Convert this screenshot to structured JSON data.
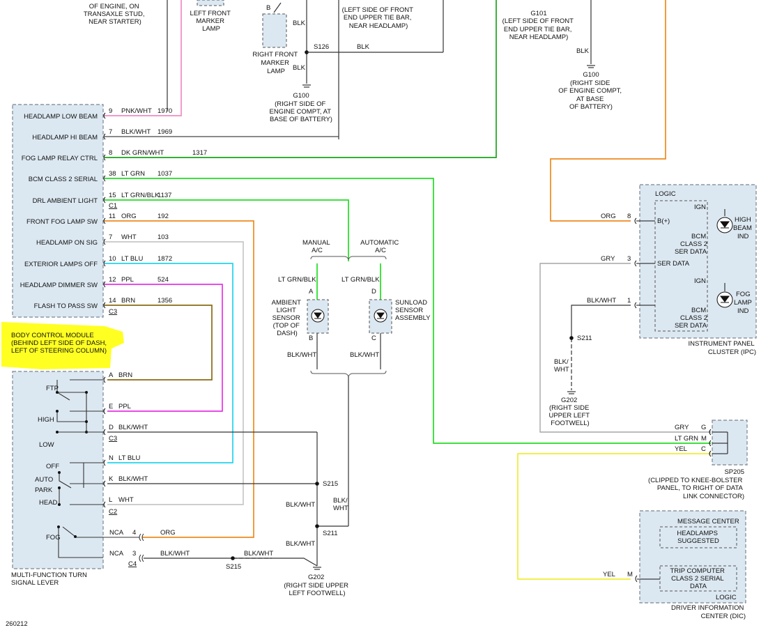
{
  "colors": {
    "pink": "#f08bc3",
    "green": "#1aa31a",
    "lt_green": "#22dd22",
    "orange": "#ee8a1e",
    "brown": "#8b6914",
    "magenta": "#e533e5",
    "cyan": "#22d4ee",
    "white_wire": "#c8c8c8",
    "gray": "#a6a6a6",
    "yellow": "#eeee33",
    "black": "#333333",
    "box_fill": "#dce8f1",
    "highlight": "#ffff22"
  },
  "top": {
    "engine_stud": [
      "OF ENGINE, ON",
      "TRANSAXLE STUD,",
      "NEAR STARTER)"
    ],
    "left_marker": [
      "LEFT FRONT",
      "MARKER",
      "LAMP"
    ],
    "right_marker": [
      "RIGHT FRONT",
      "MARKER",
      "LAMP"
    ],
    "g101_left_note": [
      "(LEFT SIDE OF FRONT",
      "END UPPER TIE BAR,",
      "NEAR HEADLAMP)"
    ],
    "g101_right_label": "G101",
    "g101_right_note": [
      "(LEFT SIDE OF FRONT",
      "END UPPER TIE BAR,",
      "NEAR HEADLAMP)"
    ],
    "blk": "BLK",
    "s126": "S126",
    "g100": "G100",
    "g100_note": [
      "(RIGHT SIDE OF",
      "ENGINE COMPT, AT",
      "BASE OF BATTERY)"
    ],
    "g100_right_note": [
      "(RIGHT SIDE",
      "OF ENGINE COMPT,",
      "AT BASE",
      "OF BATTERY)"
    ],
    "b_pin": "B"
  },
  "bcm": {
    "title": [
      "BODY CONTROL MODULE",
      "(BEHIND LEFT SIDE OF DASH,",
      "LEFT OF STEERING COLUMN)"
    ],
    "rows": [
      {
        "label": "HEADLAMP LOW BEAM",
        "pin": "9",
        "color": "PNK/WHT",
        "circuit": "1970"
      },
      {
        "label": "HEADLAMP HI BEAM",
        "pin": "7",
        "color": "BLK/WHT",
        "circuit": "1969"
      },
      {
        "label": "FOG LAMP RELAY CTRL",
        "pin": "8",
        "color": "DK GRN/WHT",
        "circuit": "1317"
      },
      {
        "label": "BCM CLASS 2 SERIAL",
        "pin": "38",
        "color": "LT GRN",
        "circuit": "1037"
      },
      {
        "label": "DRL AMBIENT LIGHT",
        "pin": "15",
        "color": "LT GRN/BLK",
        "circuit": "1137"
      },
      {
        "label": "FRONT FOG LAMP SW",
        "pin": "11",
        "color": "ORG",
        "circuit": "192"
      },
      {
        "label": "HEADLAMP ON SIG",
        "pin": "7",
        "color": "WHT",
        "circuit": "103"
      },
      {
        "label": "EXTERIOR LAMPS OFF",
        "pin": "10",
        "color": "LT BLU",
        "circuit": "1872"
      },
      {
        "label": "HEADLAMP DIMMER SW",
        "pin": "12",
        "color": "PPL",
        "circuit": "524"
      },
      {
        "label": "FLASH TO PASS SW",
        "pin": "14",
        "color": "BRN",
        "circuit": "1356"
      }
    ],
    "connectors": [
      "C1",
      "C3"
    ]
  },
  "mfl": {
    "title": [
      "MULTI-FUNCTION TURN",
      "SIGNAL LEVER"
    ],
    "positions": [
      "FTP",
      "HIGH",
      "LOW",
      "OFF",
      "AUTO",
      "PARK",
      "HEAD",
      "FOG"
    ],
    "pins": [
      {
        "pin": "A",
        "color": "BRN"
      },
      {
        "pin": "E",
        "color": "PPL"
      },
      {
        "pin": "D",
        "color": "BLK/WHT"
      },
      {
        "pin": "N",
        "color": "LT BLU"
      },
      {
        "pin": "K",
        "color": "BLK/WHT"
      },
      {
        "pin": "L",
        "color": "WHT"
      }
    ],
    "connectors": [
      "C3",
      "C2",
      "C4"
    ],
    "nca": "NCA",
    "nca_pins": [
      "4",
      "3"
    ],
    "fog_wires": [
      "ORG",
      "BLK/WHT"
    ]
  },
  "sensors": {
    "manual": [
      "MANUAL",
      "A/C"
    ],
    "automatic": [
      "AUTOMATIC",
      "A/C"
    ],
    "wire_top": "LT GRN/BLK",
    "wire_bot": "BLK/WHT",
    "ambient": [
      "AMBIENT",
      "LIGHT",
      "SENSOR",
      "(TOP OF",
      "DASH)"
    ],
    "sunload": [
      "SUNLOAD",
      "SENSOR",
      "ASSEMBLY"
    ],
    "pins": [
      "A",
      "B",
      "D",
      "C"
    ]
  },
  "splices": {
    "s215": "S215",
    "s211": "S211",
    "blk_wht": "BLK/WHT",
    "blk_wht_stack": [
      "BLK/",
      "WHT"
    ],
    "g202": "G202",
    "g202_note": [
      "(RIGHT SIDE UPPER",
      "LEFT FOOTWELL)"
    ]
  },
  "ipc": {
    "logic": "LOGIC",
    "pins": [
      {
        "pin": "8",
        "color": "ORG",
        "label": "B(+)"
      },
      {
        "pin": "3",
        "color": "GRY",
        "label": "SER DATA"
      },
      {
        "pin": "1",
        "color": "BLK/WHT",
        "label": ""
      }
    ],
    "ign": "IGN",
    "bcm_class2": [
      "BCM",
      "CLASS 2",
      "SER DATA"
    ],
    "high_beam": [
      "HIGH",
      "BEAM",
      "IND"
    ],
    "fog_lamp": [
      "FOG",
      "LAMP",
      "IND"
    ],
    "title": [
      "INSTRUMENT PANEL",
      "CLUSTER (IPC)"
    ],
    "s211": "S211",
    "blk_wht": [
      "BLK/",
      "WHT"
    ],
    "g202": "G202",
    "g202_note": [
      "(RIGHT SIDE",
      "UPPER LEFT",
      "FOOTWELL)"
    ]
  },
  "sp205": {
    "wires": [
      {
        "color": "GRY",
        "pin": "G"
      },
      {
        "color": "LT GRN",
        "pin": "M"
      },
      {
        "color": "YEL",
        "pin": "C"
      }
    ],
    "label": "SP205",
    "note": [
      "(CLIPPED TO KNEE-BOLSTER",
      "PANEL, TO RIGHT OF DATA",
      "LINK CONNECTOR)"
    ]
  },
  "dic": {
    "message_center": "MESSAGE CENTER",
    "headlamps": [
      "HEADLAMPS",
      "SUGGESTED"
    ],
    "trip": [
      "TRIP COMPUTER",
      "CLASS 2 SERIAL",
      "DATA"
    ],
    "logic": "LOGIC",
    "wire": "YEL",
    "pin": "M",
    "title": [
      "DRIVER INFORMATION",
      "CENTER (DIC)"
    ]
  },
  "footer": "260212"
}
